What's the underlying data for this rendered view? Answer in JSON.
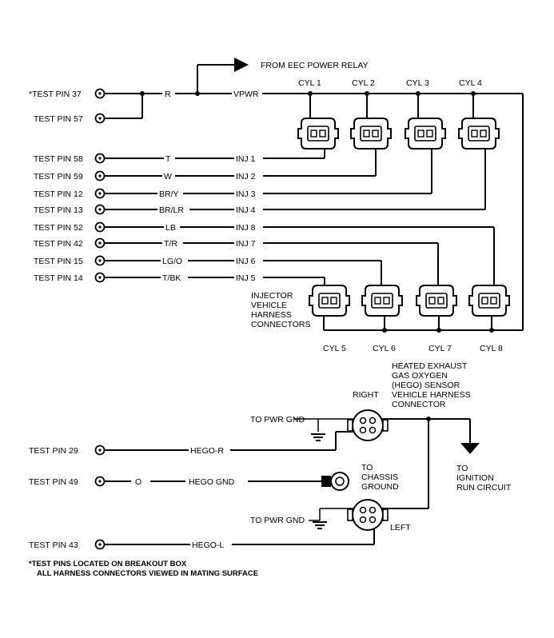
{
  "header": {
    "from_relay": "FROM EEC POWER RELAY"
  },
  "pins": {
    "p37": "*TEST PIN 37",
    "p57": "TEST PIN 57",
    "p58": "TEST PIN 58",
    "p59": "TEST PIN 59",
    "p12": "TEST PIN 12",
    "p13": "TEST PIN 13",
    "p52": "TEST PIN 52",
    "p42": "TEST PIN 42",
    "p15": "TEST PIN 15",
    "p14": "TEST PIN 14",
    "p29": "TEST PIN 29",
    "p49": "TEST PIN 49",
    "p43": "TEST PIN 43"
  },
  "wires": {
    "r": "R",
    "vpwr": "VPWR",
    "t": "T",
    "inj1": "INJ 1",
    "w": "W",
    "inj2": "INJ 2",
    "bry": "BR/Y",
    "inj3": "INJ 3",
    "brlr": "BR/LR",
    "inj4": "INJ 4",
    "lb": "LB",
    "inj8": "INJ 8",
    "tr": "T/R",
    "inj7": "INJ 7",
    "lgo": "LG/O",
    "inj6": "INJ 6",
    "tbk": "T/BK",
    "inj5": "INJ 5",
    "hegor": "HEGO-R",
    "o": "O",
    "hegognd": "HEGO GND",
    "hegol": "HEGO-L"
  },
  "cylinders": {
    "c1": "CYL 1",
    "c2": "CYL 2",
    "c3": "CYL 3",
    "c4": "CYL 4",
    "c5": "CYL 5",
    "c6": "CYL 6",
    "c7": "CYL 7",
    "c8": "CYL 8"
  },
  "injector_label": [
    "INJECTOR",
    "VEHICLE",
    "HARNESS",
    "CONNECTORS"
  ],
  "hego_label": [
    "HEATED EXHAUST",
    "GAS OXYGEN",
    "(HEGO) SENSOR",
    "VEHICLE HARNESS",
    "CONNECTOR"
  ],
  "right": "RIGHT",
  "left": "LEFT",
  "pwr_gnd_1": "TO PWR GND",
  "pwr_gnd_2": "TO PWR GND",
  "chassis": [
    "TO",
    "CHASSIS",
    "GROUND"
  ],
  "ignition": [
    "TO",
    "IGNITION",
    "RUN CIRCUIT"
  ],
  "footnote": [
    "*TEST PINS LOCATED ON BREAKOUT BOX",
    "ALL HARNESS CONNECTORS VIEWED IN MATING SURFACE"
  ]
}
